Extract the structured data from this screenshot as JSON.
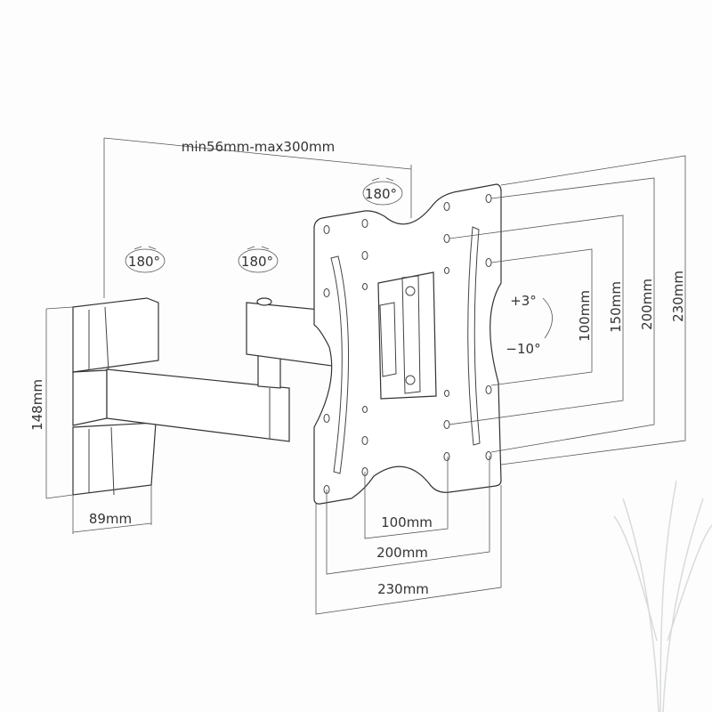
{
  "diagram": {
    "reach_label": "min56mm-max300mm",
    "rotations": [
      "180°",
      "180°",
      "180°"
    ],
    "wall_plate_height": "148mm",
    "wall_plate_width": "89mm",
    "tilt_up": "+3°",
    "tilt_down": "−10°",
    "vesa_vertical": [
      "100mm",
      "150mm",
      "200mm",
      "230mm"
    ],
    "vesa_horizontal": [
      "100mm",
      "200mm",
      "230mm"
    ]
  },
  "colors": {
    "line": "#333333",
    "background": "#fdfdfd"
  }
}
